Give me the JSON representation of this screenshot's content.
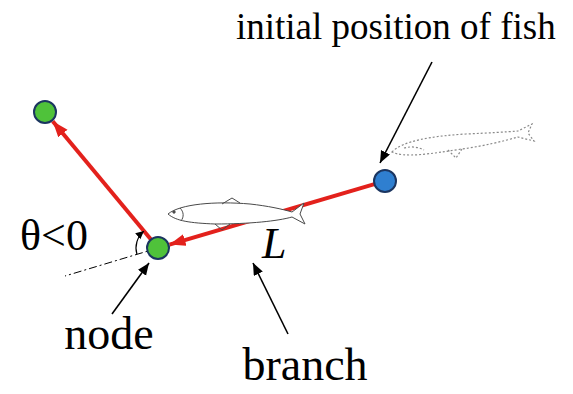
{
  "diagram": {
    "labels": [
      "initial position of fish",
      "θ<0",
      "L",
      "node",
      "branch"
    ]
  }
}
